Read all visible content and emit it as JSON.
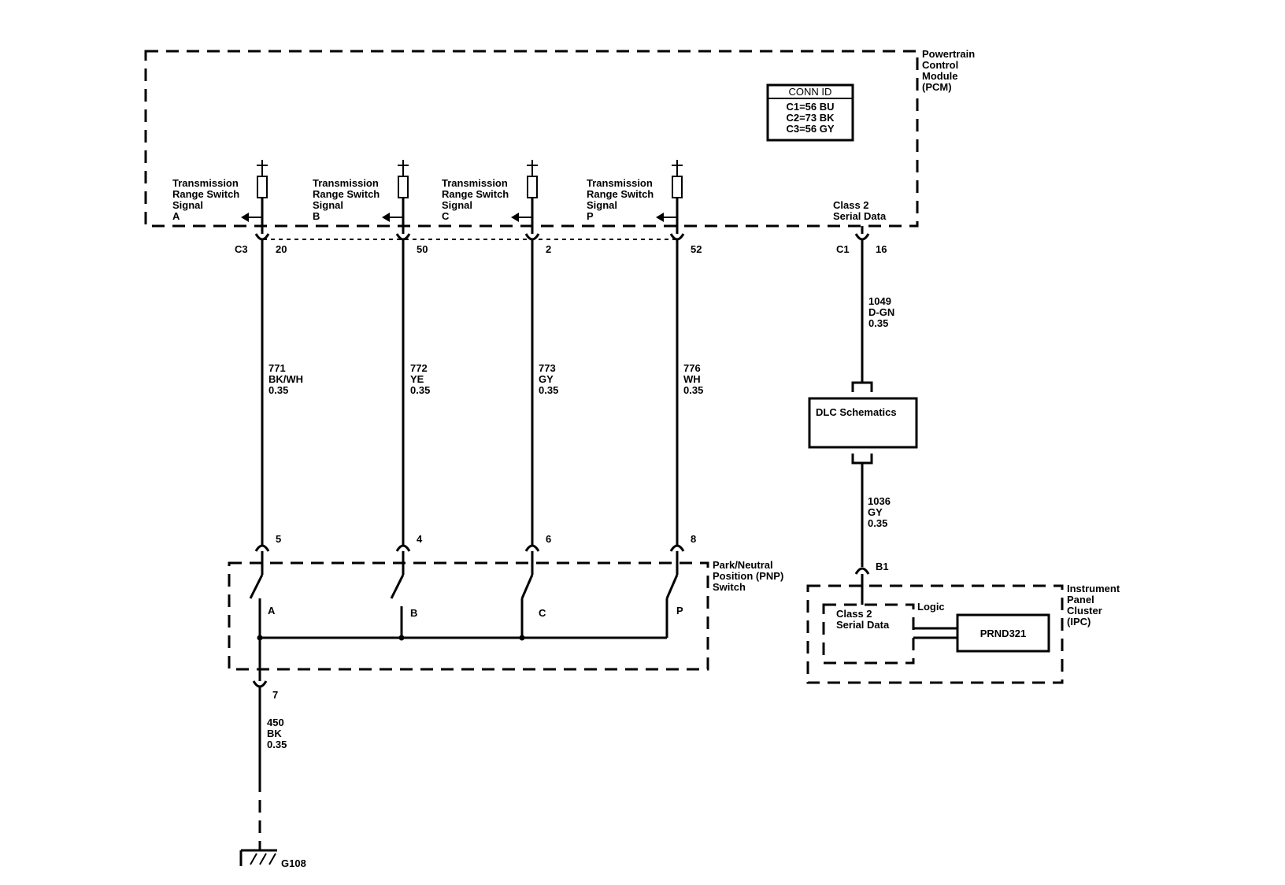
{
  "pcm": {
    "label": [
      "Powertrain",
      "Control",
      "Module",
      "(PCM)"
    ],
    "conn_id": {
      "title": "CONN ID",
      "lines": [
        "C1=56 BU",
        "C2=73 BK",
        "C3=56 GY"
      ]
    },
    "connector_left": "C3",
    "connector_right": "C1",
    "class2_label": [
      "Class 2",
      "Serial Data"
    ],
    "class2_pin": "16"
  },
  "signals": [
    {
      "label": [
        "Transmission",
        "Range Switch",
        "Signal",
        "A"
      ],
      "pcm_pin": "20",
      "wire": [
        "771",
        "BK/WH",
        "0.35"
      ],
      "switch_pin": "5",
      "contact": "A"
    },
    {
      "label": [
        "Transmission",
        "Range Switch",
        "Signal",
        "B"
      ],
      "pcm_pin": "50",
      "wire": [
        "772",
        "YE",
        "0.35"
      ],
      "switch_pin": "4",
      "contact": "B"
    },
    {
      "label": [
        "Transmission",
        "Range Switch",
        "Signal",
        "C"
      ],
      "pcm_pin": "2",
      "wire": [
        "773",
        "GY",
        "0.35"
      ],
      "switch_pin": "6",
      "contact": "C"
    },
    {
      "label": [
        "Transmission",
        "Range Switch",
        "Signal",
        "P"
      ],
      "pcm_pin": "52",
      "wire": [
        "776",
        "WH",
        "0.35"
      ],
      "switch_pin": "8",
      "contact": "P"
    }
  ],
  "pnp": {
    "label": [
      "Park/Neutral",
      "Position (PNP)",
      "Switch"
    ],
    "ground_pin": "7",
    "ground_wire": [
      "450",
      "BK",
      "0.35"
    ],
    "ground_id": "G108"
  },
  "dlc": {
    "upper_wire": [
      "1049",
      "D-GN",
      "0.35"
    ],
    "label": "DLC Schematics",
    "lower_wire": [
      "1036",
      "GY",
      "0.35"
    ]
  },
  "ipc": {
    "pin": "B1",
    "label": [
      "Instrument",
      "Panel",
      "Cluster",
      "(IPC)"
    ],
    "class2_label": [
      "Class 2",
      "Serial Data"
    ],
    "logic": "Logic",
    "display": "PRND321"
  }
}
